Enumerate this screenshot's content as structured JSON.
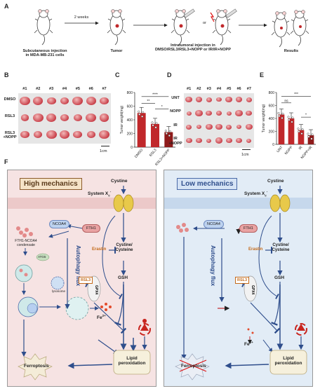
{
  "panelA": {
    "label": "A",
    "weeks": "2 weeks",
    "or": "or",
    "subq": [
      "Subcutaneous injection",
      "in MDA-MB-231 cells"
    ],
    "tumor": "Tumor",
    "intra": [
      "Intratumoral injection in",
      "DMSO/RSL3/RSL3+NOPP or IR/IR+NOPP"
    ],
    "results": "Results"
  },
  "panelB": {
    "label": "B",
    "cols": [
      "#1",
      "#2",
      "#3",
      "#4",
      "#5",
      "#6",
      "#7"
    ],
    "rows": [
      "DMSO",
      "RSL3",
      "RSL3\n+NOPP"
    ],
    "scale": "1cm"
  },
  "panelD": {
    "label": "D",
    "cols": [
      "#1",
      "#2",
      "#3",
      "#4",
      "#5",
      "#6",
      "#7"
    ],
    "rows": [
      "UNT",
      "NOPP",
      "IR",
      "IR\n+NOPP"
    ],
    "scale": "1cm"
  },
  "chart_data": [
    {
      "type": "bar",
      "panel": "C",
      "ylabel": "Tumor weight(mg)",
      "ylim": [
        0,
        800
      ],
      "yticks": [
        "0",
        "200",
        "400",
        "600",
        "800"
      ],
      "categories": [
        "DMSO",
        "RSL3",
        "RSL3+NOPP"
      ],
      "values": [
        500,
        340,
        220
      ],
      "sig": [
        "**",
        "****",
        "*"
      ],
      "colors": [
        "#c0282b",
        "#c0282b",
        "#8e1b1b"
      ]
    },
    {
      "type": "bar",
      "panel": "E",
      "ylabel": "Tumor weight(mg)",
      "ylim": [
        0,
        800
      ],
      "yticks": [
        "0",
        "200",
        "400",
        "600",
        "800"
      ],
      "categories": [
        "UNT",
        "NOPP",
        "IR",
        "NOPP+IR"
      ],
      "values": [
        460,
        400,
        220,
        140
      ],
      "sig": [
        "ns",
        "***",
        "*"
      ],
      "colors": [
        "#c0282b",
        "#c0282b",
        "#c0282b",
        "#8e1b1b"
      ]
    }
  ],
  "panelF": {
    "label": "F",
    "high": {
      "title": "High mechanics",
      "cystine": "Cystine",
      "system": "System X",
      "ncoa4": "NCOA4",
      "fth1": "FTH1",
      "condensate": [
        "FTH1-NCOA4",
        "condensate"
      ],
      "atg5": "ATG5",
      "lysosome": "lysosome",
      "autophagy": "Autophagy flux",
      "erastin": "Erastin",
      "cys": [
        "Cystine/",
        "Cysteine"
      ],
      "gsh": "GSH",
      "rsl3": "RSL3",
      "gpx4": "GPX4",
      "fe": "Fe",
      "ferroptosis": "Ferroptosis",
      "lipid": [
        "Lipid",
        "peroxidation"
      ]
    },
    "low": {
      "title": "Low mechanics",
      "cystine": "Cystine",
      "system": "System X",
      "ncoa4": "NCOA4",
      "fth1": "FTH1",
      "autophagy": "Autophagy flux",
      "erastin": "Erastin",
      "cys": [
        "Cystine/",
        "Cysteine"
      ],
      "gsh": "GSH",
      "rsl3": "RSL3",
      "gpx4": "GPX4",
      "fe": "Fe",
      "ferroptosis": "Ferroptosis",
      "lipid": [
        "Lipid",
        "peroxidation"
      ]
    }
  },
  "colors": {
    "red": "#c0282b",
    "darkred": "#8e1b1b",
    "pinkbg": "#f6e3e3",
    "bluebg": "#e2ecf6",
    "arrow": "#2f4e8c"
  }
}
